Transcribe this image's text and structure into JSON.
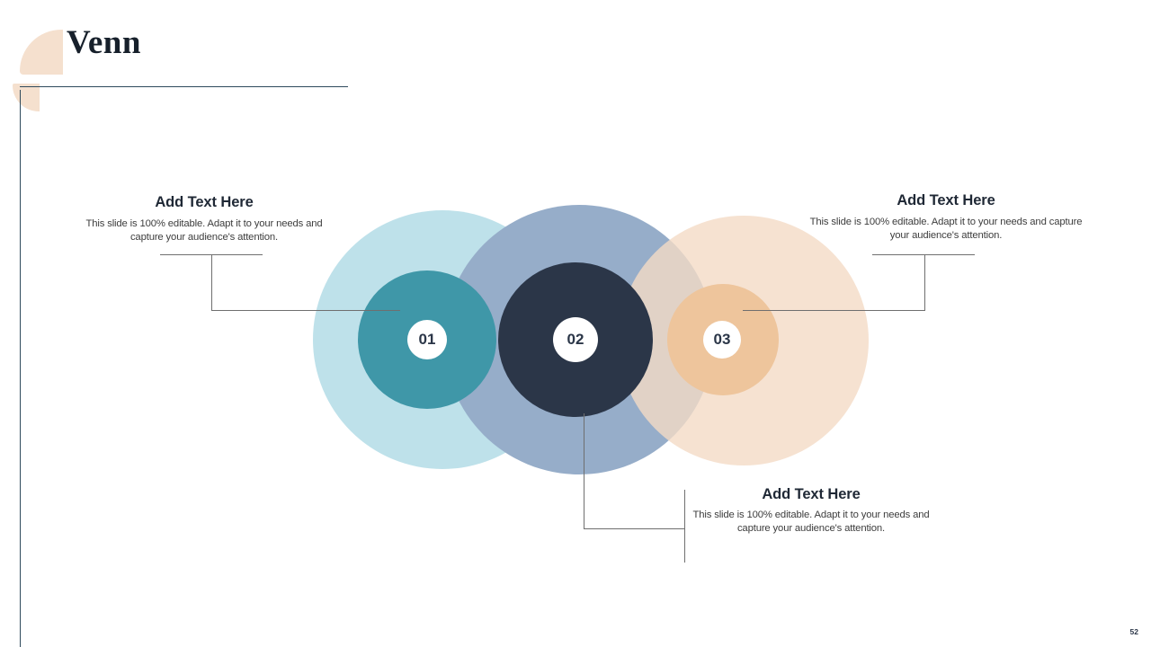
{
  "slide": {
    "title": "Venn",
    "page_number": "52",
    "accent_colors": {
      "peach_decor": "#f5e0ce",
      "rule_line": "#2f4a5c",
      "connector_line": "#6f6f6f",
      "circle_outer_1": "#a5d5e2",
      "circle_outer_2": "#96adc9",
      "circle_outer_3": "#f4dbc6",
      "circle_inner_1": "#3f97a8",
      "circle_inner_2": "#2b3648",
      "circle_inner_3": "#eec59c",
      "number_text": "#2b3648"
    }
  },
  "venn": {
    "nodes": [
      {
        "number": "01",
        "outer_color": "#a5d5e2",
        "inner_color": "#3f97a8"
      },
      {
        "number": "02",
        "outer_color": "#96adc9",
        "inner_color": "#2b3648"
      },
      {
        "number": "03",
        "outer_color": "#f4dbc6",
        "inner_color": "#eec59c"
      }
    ]
  },
  "callouts": [
    {
      "heading": "Add Text Here",
      "body": "This slide is 100% editable. Adapt it to your needs and capture your audience's attention."
    },
    {
      "heading": "Add Text Here",
      "body": "This slide is 100% editable. Adapt it to your needs and capture your audience's attention."
    },
    {
      "heading": "Add Text Here",
      "body": "This slide is 100% editable. Adapt it to your needs and capture your audience's attention."
    }
  ]
}
